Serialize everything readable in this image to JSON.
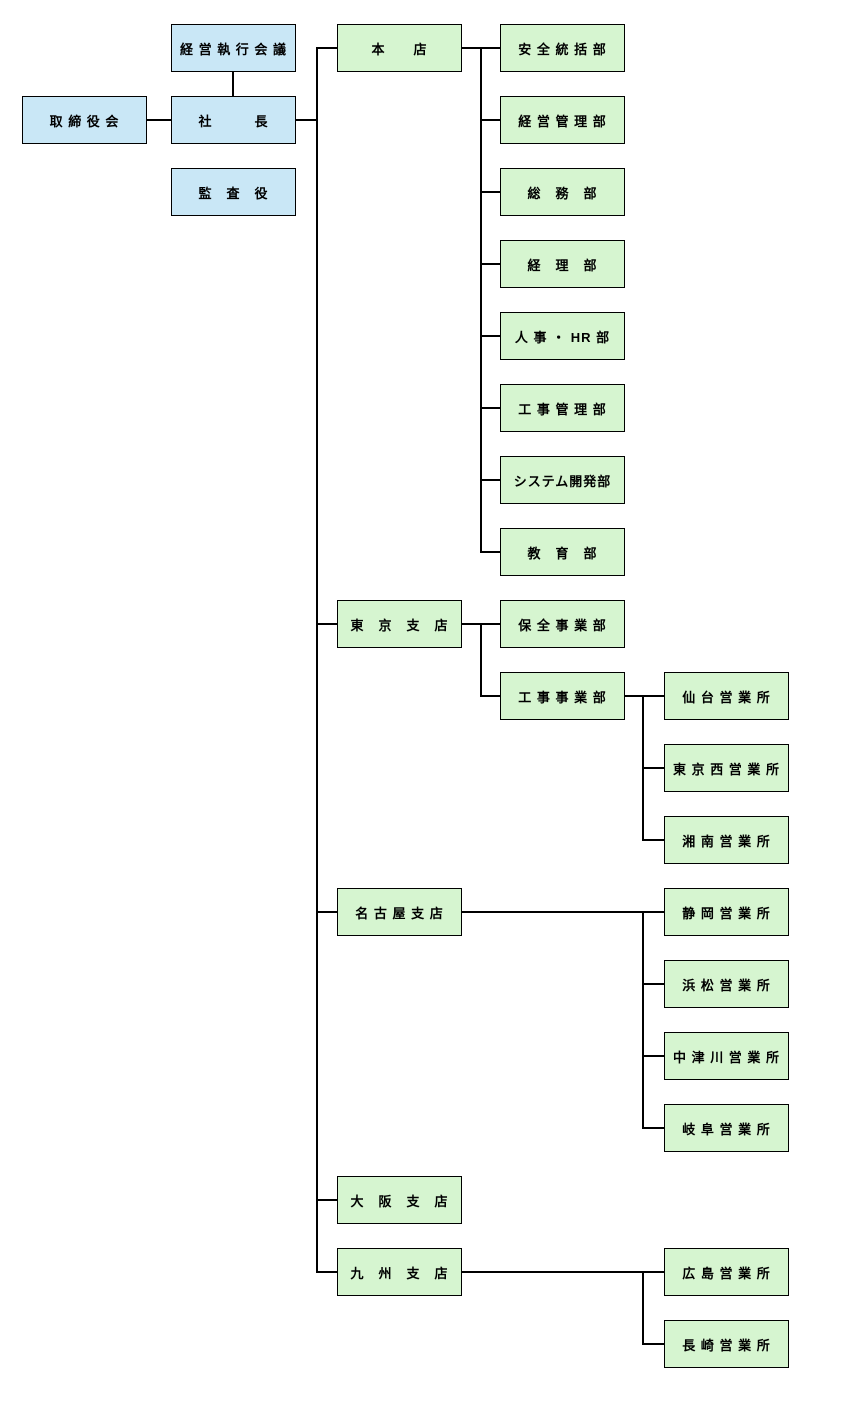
{
  "org_chart": {
    "colors": {
      "governance_fill": "#c9e7f6",
      "organization_fill": "#d6f5d0",
      "border": "#000000",
      "connector": "#000000",
      "text": "#000000"
    },
    "governance": {
      "executive_committee": "経 営 執 行 会 議",
      "board_of_directors": "取 締 役 会",
      "president": "社　　　長",
      "auditor": "監　査　役"
    },
    "head_office": {
      "label": "本　　店",
      "departments": [
        "安 全 統 括 部",
        "経 営 管 理 部",
        "総　務　部",
        "経　理　部",
        "人 事 ・ HR 部",
        "工 事 管 理 部",
        "システム開発部",
        "教　育　部"
      ]
    },
    "branches": [
      {
        "label": "東　京　支　店",
        "departments": [
          "保 全 事 業 部",
          "工 事 事 業 部"
        ],
        "offices": [
          "仙 台 営 業 所",
          "東 京 西 営 業 所",
          "湘 南 営 業 所"
        ]
      },
      {
        "label": "名 古 屋 支 店",
        "departments": [],
        "offices": [
          "静 岡 営 業 所",
          "浜 松 営 業 所",
          "中 津 川 営 業 所",
          "岐 阜 営 業 所"
        ]
      },
      {
        "label": "大　阪　支　店",
        "departments": [],
        "offices": []
      },
      {
        "label": "九　州　支　店",
        "departments": [],
        "offices": [
          "広 島 営 業 所",
          "長 崎 営 業 所"
        ]
      }
    ]
  }
}
